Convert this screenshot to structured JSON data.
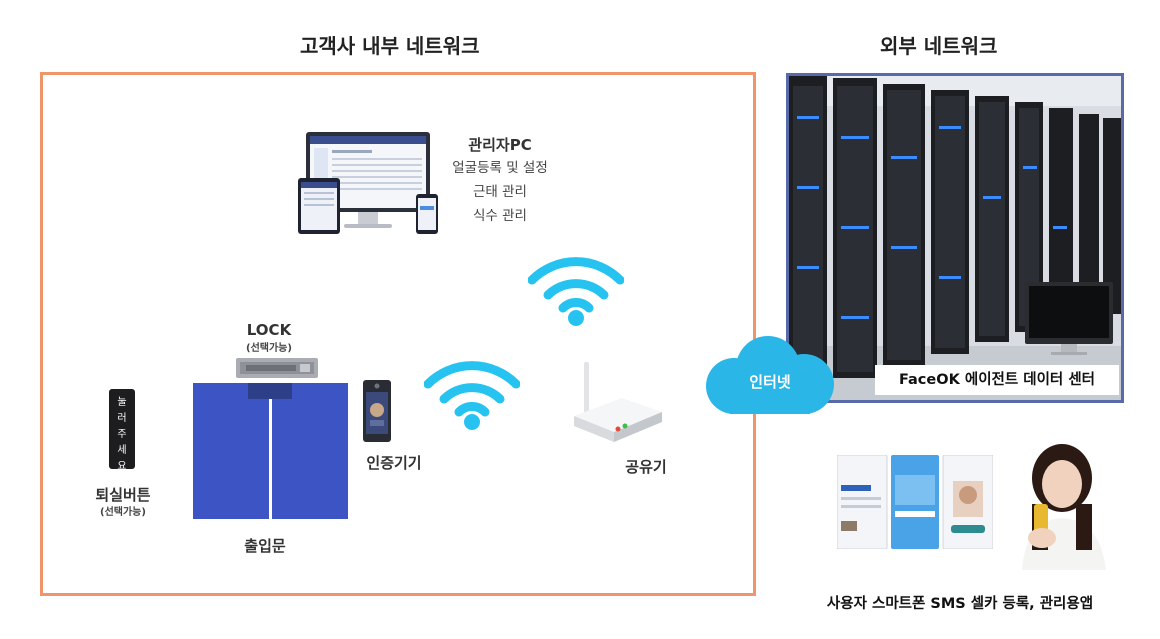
{
  "titles": {
    "internal": "고객사 내부 네트워크",
    "external": "외부 네트워크"
  },
  "admin_pc": {
    "title": "관리자PC",
    "items": [
      "얼굴등록 및 설정",
      "근태 관리",
      "식수 관리"
    ]
  },
  "lock": {
    "title": "LOCK",
    "note": "(선택가능)"
  },
  "exit_button": {
    "title": "퇴실버튼",
    "note": "(선택가능)",
    "button_text": [
      "눌",
      "러",
      "주",
      "세",
      "요"
    ]
  },
  "door": {
    "label": "출입문"
  },
  "auth_device": {
    "label": "인증기기"
  },
  "router": {
    "label": "공유기"
  },
  "internet": {
    "label": "인터넷"
  },
  "datacenter": {
    "label": "FaceOK 에이전트 데이터 센터"
  },
  "mobile": {
    "caption": "사용자 스마트폰 SMS 셀카 등록, 관리용앱"
  },
  "colors": {
    "internal_border": "#f0956a",
    "external_border": "#5a6aa8",
    "wifi": "#27c3f0",
    "cloud": "#2bb6e8",
    "door": "#3d55c4"
  }
}
